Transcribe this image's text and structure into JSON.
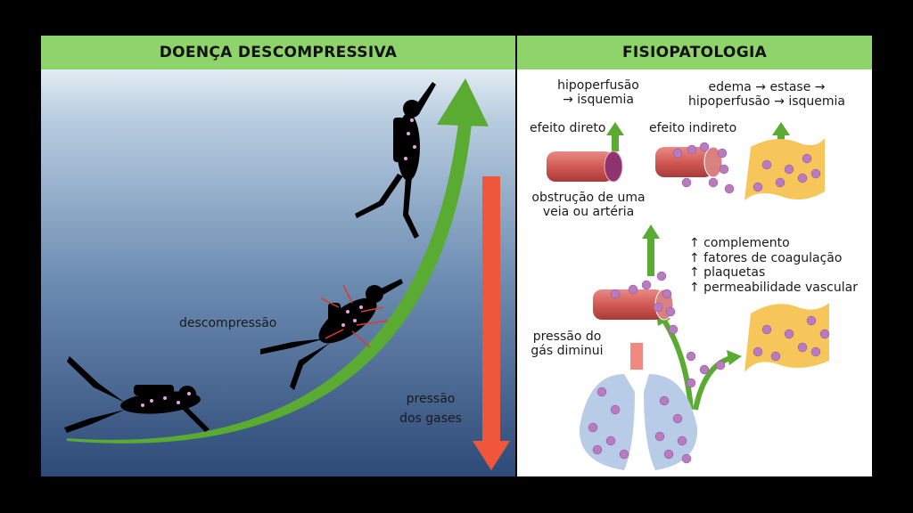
{
  "left_panel": {
    "title": "DOENÇA DESCOMPRESSIVA",
    "label_decompression": "descompressão",
    "label_gas_pressure_1": "pressão",
    "label_gas_pressure_2": "dos gases"
  },
  "right_panel": {
    "title": "FISIOPATOLOGIA",
    "direct_result_1": "hipoperfusão",
    "direct_result_2": "→ isquemia",
    "indirect_result_1": "edema → estase →",
    "indirect_result_2": "hipoperfusão → isquemia",
    "direct_effect": "efeito direto",
    "indirect_effect": "efeito indireto",
    "obstruction_1": "obstrução de uma",
    "obstruction_2": "veia ou artéria",
    "increases": [
      "↑ complemento",
      "↑ fatores de coagulação",
      "↑ plaquetas",
      "↑ permeabilidade vascular"
    ],
    "pressure_drop_1": "pressão do",
    "pressure_drop_2": "gás diminui"
  },
  "colors": {
    "header": "#8fd46a",
    "arrow_green": "#5aab32",
    "arrow_red": "#f0563c",
    "bubble": "#b87bc0",
    "vessel": "#d9645e",
    "tissue": "#f7c65a"
  }
}
